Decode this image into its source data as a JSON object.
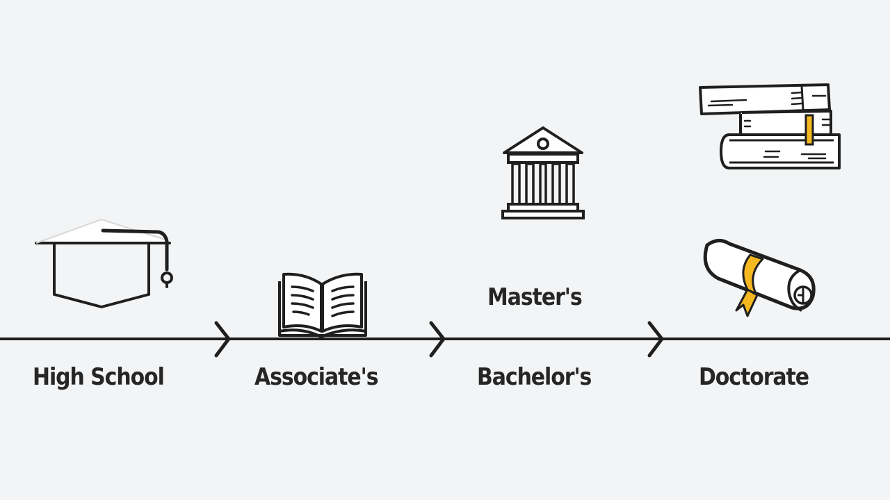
{
  "diagram": {
    "type": "education-timeline",
    "colors": {
      "background": "#f3f4f5",
      "stroke": "#1f1f1f",
      "text": "#262626",
      "accent": "#f5b820"
    },
    "stages": [
      {
        "label": "High School",
        "icon": "graduation-cap-icon"
      },
      {
        "label": "Associate's",
        "icon": "open-book-icon"
      },
      {
        "label": "Bachelor's",
        "icon": "university-building-icon"
      },
      {
        "label": "Master's",
        "icon": "stacked-books-icon"
      },
      {
        "label": "Doctorate",
        "icon": "diploma-scroll-icon"
      }
    ],
    "arrows": [
      "chevron-right-icon",
      "chevron-right-icon",
      "chevron-right-icon"
    ]
  }
}
